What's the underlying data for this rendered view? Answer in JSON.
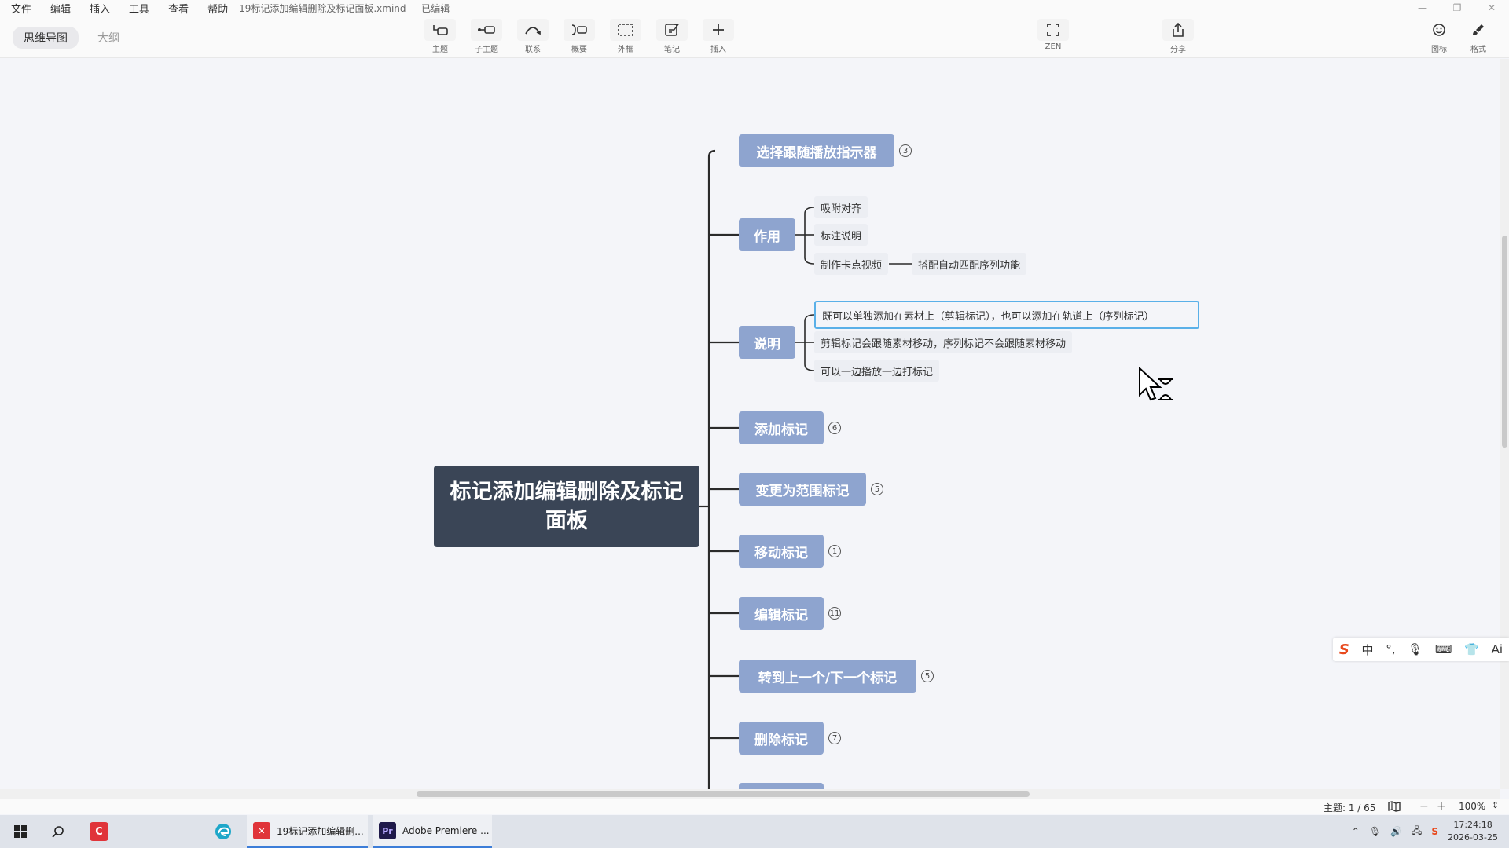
{
  "menubar": {
    "items": [
      "文件",
      "编辑",
      "插入",
      "工具",
      "查看",
      "帮助"
    ],
    "doc_title": "19标记添加编辑删除及标记面板.xmind — 已编辑"
  },
  "view_switch": {
    "mindmap": "思维导图",
    "outline": "大纲"
  },
  "toolbar": {
    "topic": "主题",
    "subtopic": "子主题",
    "relationship": "联系",
    "summary": "概要",
    "boundary": "外框",
    "note": "笔记",
    "insert": "插入",
    "zen": "ZEN",
    "share": "分享",
    "icon": "图标",
    "format": "格式"
  },
  "mindmap": {
    "root": "标记添加编辑删除及标记面板",
    "topics": [
      {
        "label": "选择跟随播放指示器",
        "badge": "3"
      },
      {
        "label": "作用",
        "subs": [
          "吸附对齐",
          "标注说明",
          "制作卡点视频"
        ],
        "extra": "搭配自动匹配序列功能"
      },
      {
        "label": "说明",
        "subs": [
          "既可以单独添加在素材上（剪辑标记），也可以添加在轨道上（序列标记）",
          "剪辑标记会跟随素材移动，序列标记不会跟随素材移动",
          "可以一边播放一边打标记"
        ]
      },
      {
        "label": "添加标记",
        "badge": "6"
      },
      {
        "label": "变更为范围标记",
        "badge": "5"
      },
      {
        "label": "移动标记",
        "badge": "1"
      },
      {
        "label": "编辑标记",
        "badge": "11"
      },
      {
        "label": "转到上一个/下一个标记",
        "badge": "5"
      },
      {
        "label": "删除标记",
        "badge": "7"
      }
    ]
  },
  "statusbar": {
    "topic_count": "主题: 1 / 65",
    "zoom_out": "−",
    "zoom_in": "+",
    "zoom": "100%"
  },
  "ime": {
    "lang": "中",
    "ai": "Ai"
  },
  "taskbar": {
    "xmind_title": "19标记添加编辑删...",
    "premiere_title": "Adobe Premiere ...",
    "time": "17:24:18",
    "date": "2026-03-25"
  },
  "colors": {
    "topic_fill": "#8ea4cf",
    "root_fill": "#3a4556",
    "selection": "#5ab0e8",
    "canvas_bg": "#f4f5f9"
  }
}
